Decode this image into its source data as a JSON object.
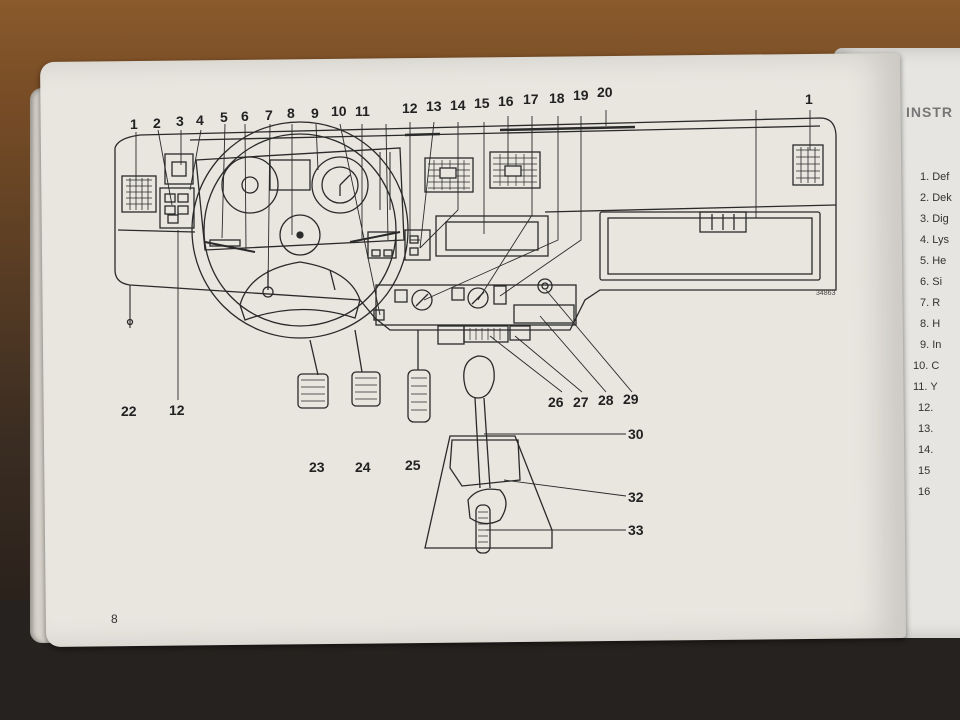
{
  "left_page": {
    "callouts": {
      "n1": "1",
      "n2": "2",
      "n3": "3",
      "n4": "4",
      "n5": "5",
      "n6": "6",
      "n7": "7",
      "n8": "8",
      "n9": "9",
      "n10": "10",
      "n11": "11",
      "n12": "12",
      "n13": "13",
      "n14": "14",
      "n15": "15",
      "n16": "16",
      "n17": "17",
      "n18": "18",
      "n19": "19",
      "n20": "20",
      "n1b": "1",
      "n22": "22",
      "n12b": "12",
      "n23": "23",
      "n24": "24",
      "n25": "25",
      "n26": "26",
      "n27": "27",
      "n28": "28",
      "n29": "29",
      "n30": "30",
      "n32": "32",
      "n33": "33"
    },
    "figure_id": "34863",
    "page_number": "8"
  },
  "right_page": {
    "title": "INSTR",
    "items": [
      "1. Def",
      "2. Dek",
      "3. Dig",
      "4. Lys",
      "5. He",
      "6. Si",
      "7. R",
      "8. H",
      "9. In",
      "10. C",
      "11. Y",
      "12.",
      "13.",
      "14.",
      "15",
      "16"
    ]
  }
}
